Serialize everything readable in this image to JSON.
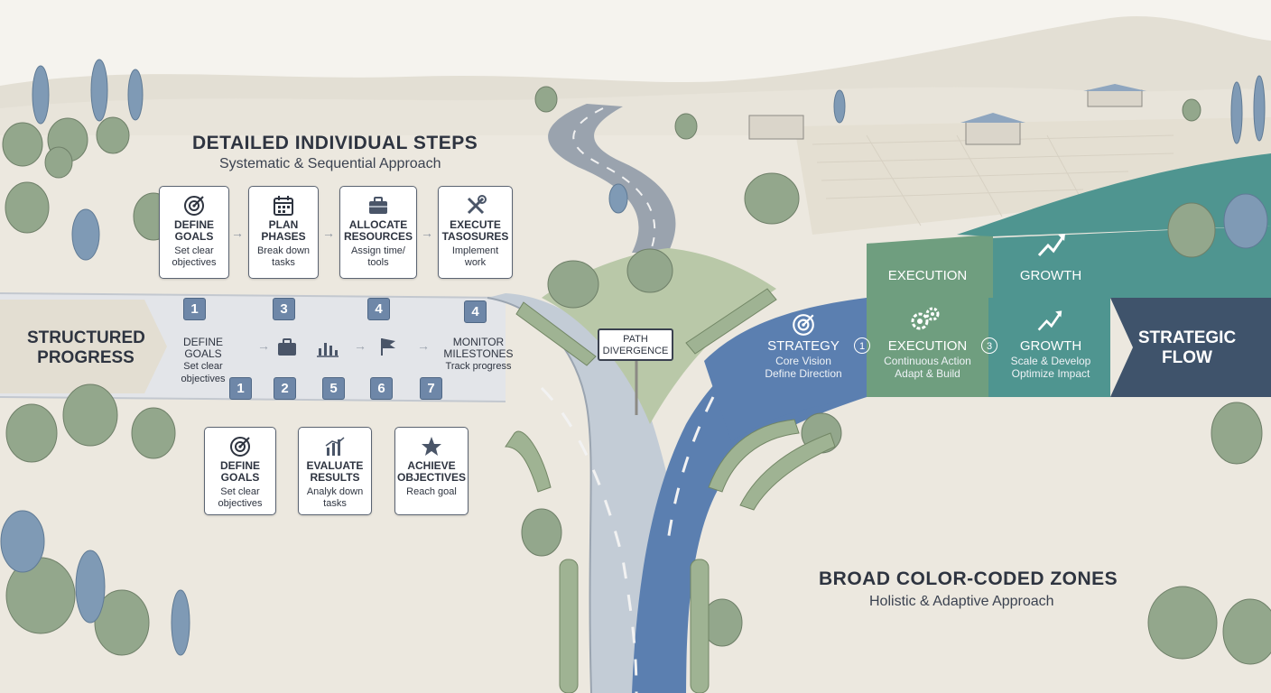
{
  "left_panel": {
    "title": "DETAILED INDIVIDUAL STEPS",
    "subtitle": "Systematic & Sequential Approach",
    "banner": [
      "STRUCTURED",
      "PROGRESS"
    ],
    "top_cards": [
      {
        "icon": "target-icon",
        "title": [
          "DEFINE",
          "GOALS"
        ],
        "desc": [
          "Set clear",
          "objectives"
        ]
      },
      {
        "icon": "calendar-icon",
        "title": [
          "PLAN",
          "PHASES"
        ],
        "desc": [
          "Break down",
          "tasks"
        ]
      },
      {
        "icon": "briefcase-icon",
        "title": [
          "ALLOCATE",
          "RESOURCES"
        ],
        "desc": [
          "Assign time/",
          "tools"
        ]
      },
      {
        "icon": "tools-icon",
        "title": [
          "EXECUTE",
          "TASOSURES"
        ],
        "desc": [
          "Implement",
          "work"
        ]
      }
    ],
    "top_numbers": [
      "1",
      "3",
      "4",
      "4"
    ],
    "bottom_numbers": [
      "1",
      "2",
      "5",
      "6",
      "7"
    ],
    "lane_define": {
      "title": [
        "DEFINE",
        "GOALS"
      ],
      "desc": [
        "Set clear",
        "objectives"
      ]
    },
    "lane_monitor": {
      "title": [
        "MONITOR",
        "MILESTONES"
      ],
      "desc": [
        "Track progress"
      ]
    },
    "bottom_cards": [
      {
        "icon": "target-icon",
        "title": [
          "DEFINE",
          "GOALS"
        ],
        "desc": [
          "Set clear",
          "objectives"
        ]
      },
      {
        "icon": "bar-chart-icon",
        "title": [
          "EVALUATE",
          "RESULTS"
        ],
        "desc": [
          "Analyk down",
          "tasks"
        ]
      },
      {
        "icon": "star-icon",
        "title": [
          "ACHIEVE",
          "OBJECTIVES"
        ],
        "desc": [
          "Reach goal"
        ]
      }
    ]
  },
  "center": {
    "sign": [
      "PATH",
      "DIVERGENCE"
    ]
  },
  "right_panel": {
    "title": "BROAD COLOR-CODED ZONES",
    "subtitle": "Holistic & Adaptive Approach",
    "banner": [
      "STRATEGIC",
      "FLOW"
    ],
    "upper_zones": [
      "EXECUTION",
      "GROWTH"
    ],
    "zones": [
      {
        "icon": "target-icon",
        "title": "STRATEGY",
        "desc": [
          "Core Vision",
          "Define Direction"
        ]
      },
      {
        "icon": "gears-icon",
        "title": "EXECUTION",
        "desc": [
          "Continuous Action",
          "Adapt & Build"
        ]
      },
      {
        "icon": "trend-up-icon",
        "title": "GROWTH",
        "desc": [
          "Scale & Develop",
          "Optimize Impact"
        ]
      }
    ],
    "zone_numbers": [
      "1",
      "3"
    ]
  },
  "colors": {
    "ground": "#ece8df",
    "sky": "#f4f2ec",
    "road": "#8d97a4",
    "strategy": "#5b7fb0",
    "execution": "#6f9e7f",
    "growth": "#4f9590",
    "flow": "#3f536b",
    "tree": "#93a78c",
    "tree_blue": "#7f9ab5",
    "badge": "#6e87a8"
  }
}
